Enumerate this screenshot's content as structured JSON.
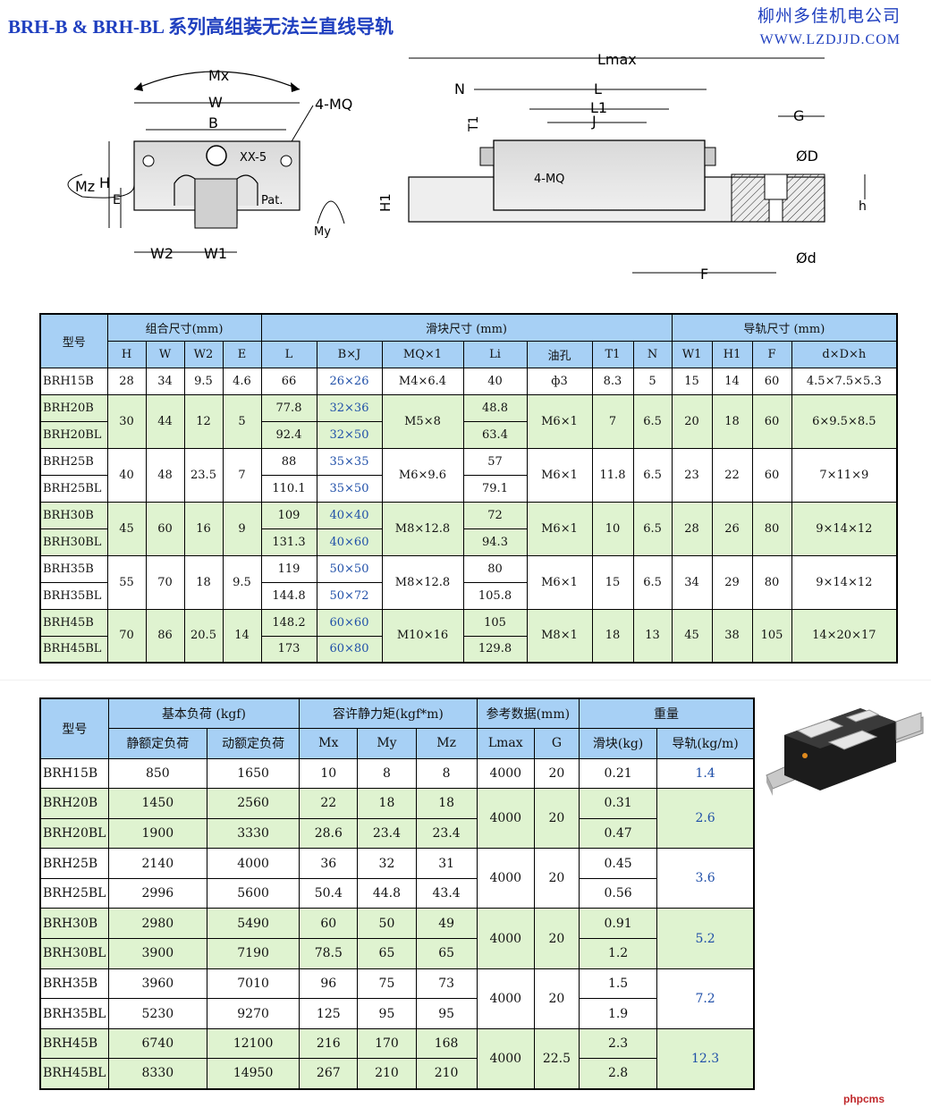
{
  "header": {
    "title": "BRH-B & BRH-BL 系列高组装无法兰直线导轨",
    "company": "柳州多佳机电公司",
    "url": "WWW.LZDJJD.COM"
  },
  "diagram_labels": {
    "mx": "Mx",
    "w": "W",
    "b": "B",
    "mq": "4-MQ",
    "xx5": "XX-5",
    "pat": "Pat.",
    "mz": "Mz",
    "h": "H",
    "e": "E",
    "w2": "W2",
    "w1": "W1",
    "my": "My",
    "lmax": "Lmax",
    "n": "N",
    "l": "L",
    "l1": "L1",
    "j": "J",
    "t1": "T1",
    "h1": "H1",
    "mq2": "4-MQ",
    "g": "G",
    "phid": "ØD",
    "hh": "h",
    "phid_small": "Ød",
    "f": "F"
  },
  "table1": {
    "header_model": "型号",
    "group_combined": "组合尺寸(mm)",
    "group_block": "滑块尺寸 (mm)",
    "group_rail": "导轨尺寸 (mm)",
    "cols": [
      "H",
      "W",
      "W2",
      "E",
      "L",
      "B×J",
      "MQ×1",
      "Li",
      "油孔",
      "T1",
      "N",
      "W1",
      "H1",
      "F",
      "d×D×h"
    ]
  },
  "table2": {
    "header_model": "型号",
    "group_load": "基本负荷 (kgf)",
    "group_moment": "容许静力矩(kgf*m)",
    "group_ref": "参考数据(mm)",
    "group_weight": "重量",
    "cols": [
      "静额定负荷",
      "动额定负荷",
      "Mx",
      "My",
      "Mz",
      "Lmax",
      "G",
      "滑块(kg)",
      "导轨(kg/m)"
    ]
  },
  "table1_rows": [
    {
      "model": "BRH15B",
      "H": "28",
      "W": "34",
      "W2": "9.5",
      "E": "4.6",
      "L": "66",
      "BxJ": "26×26",
      "MQ": "M4×6.4",
      "Li": "40",
      "oil": "ф3",
      "T1": "8.3",
      "N": "5",
      "W1": "15",
      "H1": "14",
      "F": "60",
      "dDh": "4.5×7.5×5.3"
    },
    {
      "model": "BRH20B",
      "H": "30",
      "W": "44",
      "W2": "12",
      "E": "5",
      "L": "77.8",
      "BxJ": "32×36",
      "MQ": "M5×8",
      "Li": "48.8",
      "oil": "M6×1",
      "T1": "7",
      "N": "6.5",
      "W1": "20",
      "H1": "18",
      "F": "60",
      "dDh": "6×9.5×8.5"
    },
    {
      "model": "BRH20BL",
      "L": "92.4",
      "BxJ": "32×50",
      "Li": "63.4"
    },
    {
      "model": "BRH25B",
      "H": "40",
      "W": "48",
      "W2": "23.5",
      "E": "7",
      "L": "88",
      "BxJ": "35×35",
      "MQ": "M6×9.6",
      "Li": "57",
      "oil": "M6×1",
      "T1": "11.8",
      "N": "6.5",
      "W1": "23",
      "H1": "22",
      "F": "60",
      "dDh": "7×11×9"
    },
    {
      "model": "BRH25BL",
      "L": "110.1",
      "BxJ": "35×50",
      "Li": "79.1"
    },
    {
      "model": "BRH30B",
      "H": "45",
      "W": "60",
      "W2": "16",
      "E": "9",
      "L": "109",
      "BxJ": "40×40",
      "MQ": "M8×12.8",
      "Li": "72",
      "oil": "M6×1",
      "T1": "10",
      "N": "6.5",
      "W1": "28",
      "H1": "26",
      "F": "80",
      "dDh": "9×14×12"
    },
    {
      "model": "BRH30BL",
      "L": "131.3",
      "BxJ": "40×60",
      "Li": "94.3"
    },
    {
      "model": "BRH35B",
      "H": "55",
      "W": "70",
      "W2": "18",
      "E": "9.5",
      "L": "119",
      "BxJ": "50×50",
      "MQ": "M8×12.8",
      "Li": "80",
      "oil": "M6×1",
      "T1": "15",
      "N": "6.5",
      "W1": "34",
      "H1": "29",
      "F": "80",
      "dDh": "9×14×12"
    },
    {
      "model": "BRH35BL",
      "L": "144.8",
      "BxJ": "50×72",
      "Li": "105.8"
    },
    {
      "model": "BRH45B",
      "H": "70",
      "W": "86",
      "W2": "20.5",
      "E": "14",
      "L": "148.2",
      "BxJ": "60×60",
      "MQ": "M10×16",
      "Li": "105",
      "oil": "M8×1",
      "T1": "18",
      "N": "13",
      "W1": "45",
      "H1": "38",
      "F": "105",
      "dDh": "14×20×17"
    },
    {
      "model": "BRH45BL",
      "L": "173",
      "BxJ": "60×80",
      "Li": "129.8"
    }
  ],
  "table2_rows": [
    {
      "model": "BRH15B",
      "C0": "850",
      "C": "1650",
      "Mx": "10",
      "My": "8",
      "Mz": "8",
      "Lmax": "4000",
      "G": "20",
      "block": "0.21",
      "rail": "1.4"
    },
    {
      "model": "BRH20B",
      "C0": "1450",
      "C": "2560",
      "Mx": "22",
      "My": "18",
      "Mz": "18",
      "Lmax": "4000",
      "G": "20",
      "block": "0.31",
      "rail": "2.6"
    },
    {
      "model": "BRH20BL",
      "C0": "1900",
      "C": "3330",
      "Mx": "28.6",
      "My": "23.4",
      "Mz": "23.4",
      "block": "0.47"
    },
    {
      "model": "BRH25B",
      "C0": "2140",
      "C": "4000",
      "Mx": "36",
      "My": "32",
      "Mz": "31",
      "Lmax": "4000",
      "G": "20",
      "block": "0.45",
      "rail": "3.6"
    },
    {
      "model": "BRH25BL",
      "C0": "2996",
      "C": "5600",
      "Mx": "50.4",
      "My": "44.8",
      "Mz": "43.4",
      "block": "0.56"
    },
    {
      "model": "BRH30B",
      "C0": "2980",
      "C": "5490",
      "Mx": "60",
      "My": "50",
      "Mz": "49",
      "Lmax": "4000",
      "G": "20",
      "block": "0.91",
      "rail": "5.2"
    },
    {
      "model": "BRH30BL",
      "C0": "3900",
      "C": "7190",
      "Mx": "78.5",
      "My": "65",
      "Mz": "65",
      "block": "1.2"
    },
    {
      "model": "BRH35B",
      "C0": "3960",
      "C": "7010",
      "Mx": "96",
      "My": "75",
      "Mz": "73",
      "Lmax": "4000",
      "G": "20",
      "block": "1.5",
      "rail": "7.2"
    },
    {
      "model": "BRH35BL",
      "C0": "5230",
      "C": "9270",
      "Mx": "125",
      "My": "95",
      "Mz": "95",
      "block": "1.9"
    },
    {
      "model": "BRH45B",
      "C0": "6740",
      "C": "12100",
      "Mx": "216",
      "My": "170",
      "Mz": "168",
      "Lmax": "4000",
      "G": "22.5",
      "block": "2.3",
      "rail": "12.3"
    },
    {
      "model": "BRH45BL",
      "C0": "8330",
      "C": "14950",
      "Mx": "267",
      "My": "210",
      "Mz": "210",
      "block": "2.8"
    }
  ],
  "watermark": "phpcms"
}
